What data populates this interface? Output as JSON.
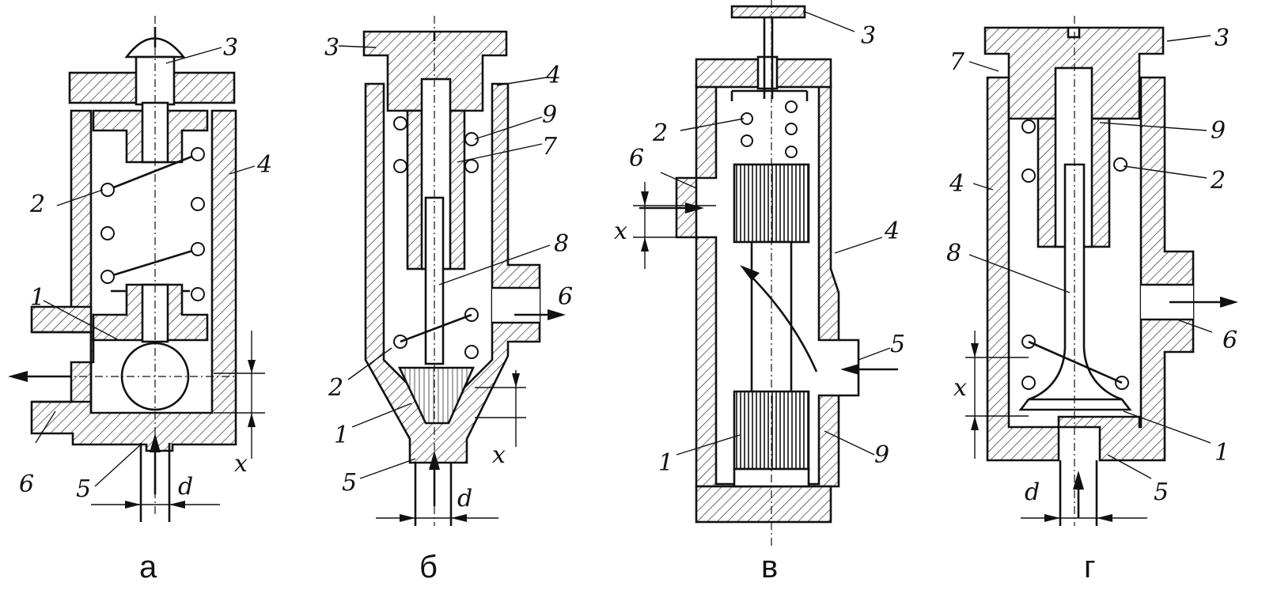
{
  "figure": {
    "panels": [
      {
        "id": "a",
        "caption": "а",
        "labels": {
          "p1": "1",
          "p2": "2",
          "p3": "3",
          "p4": "4",
          "p5": "5",
          "p6": "6",
          "x": "x",
          "d": "d"
        }
      },
      {
        "id": "b",
        "caption": "б",
        "labels": {
          "p1": "1",
          "p2": "2",
          "p3": "3",
          "p4": "4",
          "p5": "5",
          "p6": "6",
          "p7": "7",
          "p8": "8",
          "p9": "9",
          "x": "x",
          "d": "d"
        }
      },
      {
        "id": "v",
        "caption": "в",
        "labels": {
          "p1": "1",
          "p2": "2",
          "p3": "3",
          "p4": "4",
          "p5": "5",
          "p6": "6",
          "p9": "9",
          "x": "x"
        }
      },
      {
        "id": "g",
        "caption": "г",
        "labels": {
          "p1": "1",
          "p2": "2",
          "p3": "3",
          "p4": "4",
          "p5": "5",
          "p6": "6",
          "p7": "7",
          "p8": "8",
          "p9": "9",
          "x": "x",
          "d": "d"
        }
      }
    ]
  }
}
